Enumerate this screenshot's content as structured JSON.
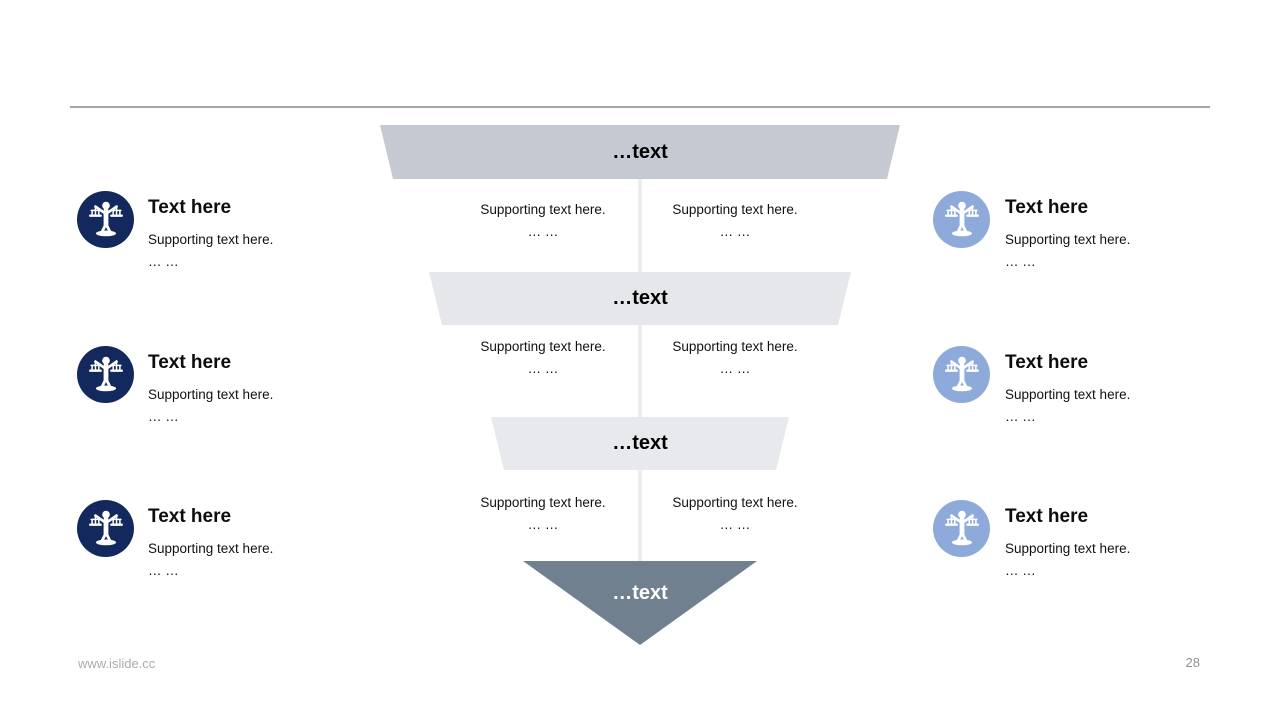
{
  "funnel": {
    "levels": [
      {
        "label": "…text"
      },
      {
        "label": "…text"
      },
      {
        "label": "…text"
      },
      {
        "label": "…text"
      }
    ],
    "supporting_rows": [
      {
        "left": {
          "line1": "Supporting text here.",
          "line2": "… …"
        },
        "right": {
          "line1": "Supporting text here.",
          "line2": "… …"
        }
      },
      {
        "left": {
          "line1": "Supporting text here.",
          "line2": "… …"
        },
        "right": {
          "line1": "Supporting text here.",
          "line2": "… …"
        }
      },
      {
        "left": {
          "line1": "Supporting text here.",
          "line2": "… …"
        },
        "right": {
          "line1": "Supporting text here.",
          "line2": "… …"
        }
      }
    ]
  },
  "left_items": [
    {
      "title": "Text here",
      "line1": "Supporting text here.",
      "line2": "… …"
    },
    {
      "title": "Text here",
      "line1": "Supporting text here.",
      "line2": "… …"
    },
    {
      "title": "Text here",
      "line1": "Supporting text here.",
      "line2": "… …"
    }
  ],
  "right_items": [
    {
      "title": "Text here",
      "line1": "Supporting text here.",
      "line2": "… …"
    },
    {
      "title": "Text here",
      "line1": "Supporting text here.",
      "line2": "… …"
    },
    {
      "title": "Text here",
      "line1": "Supporting text here.",
      "line2": "… …"
    }
  ],
  "footer": {
    "website": "www.islide.cc",
    "page_number": "28"
  },
  "icons": {
    "side_icon": "justice-balance-person-icon"
  },
  "colors": {
    "icon_dark_navy": "#13295E",
    "icon_light_blue": "#8EAADB",
    "funnel_level_1": "#C5CAD2",
    "funnel_level_2": "#E5E7EA",
    "funnel_level_3": "#E7E9EC",
    "funnel_tip": "#71808F",
    "top_divider": "#A6A6A6",
    "center_line": "#ECEDEF",
    "footer_text": "#A9ACAF"
  }
}
